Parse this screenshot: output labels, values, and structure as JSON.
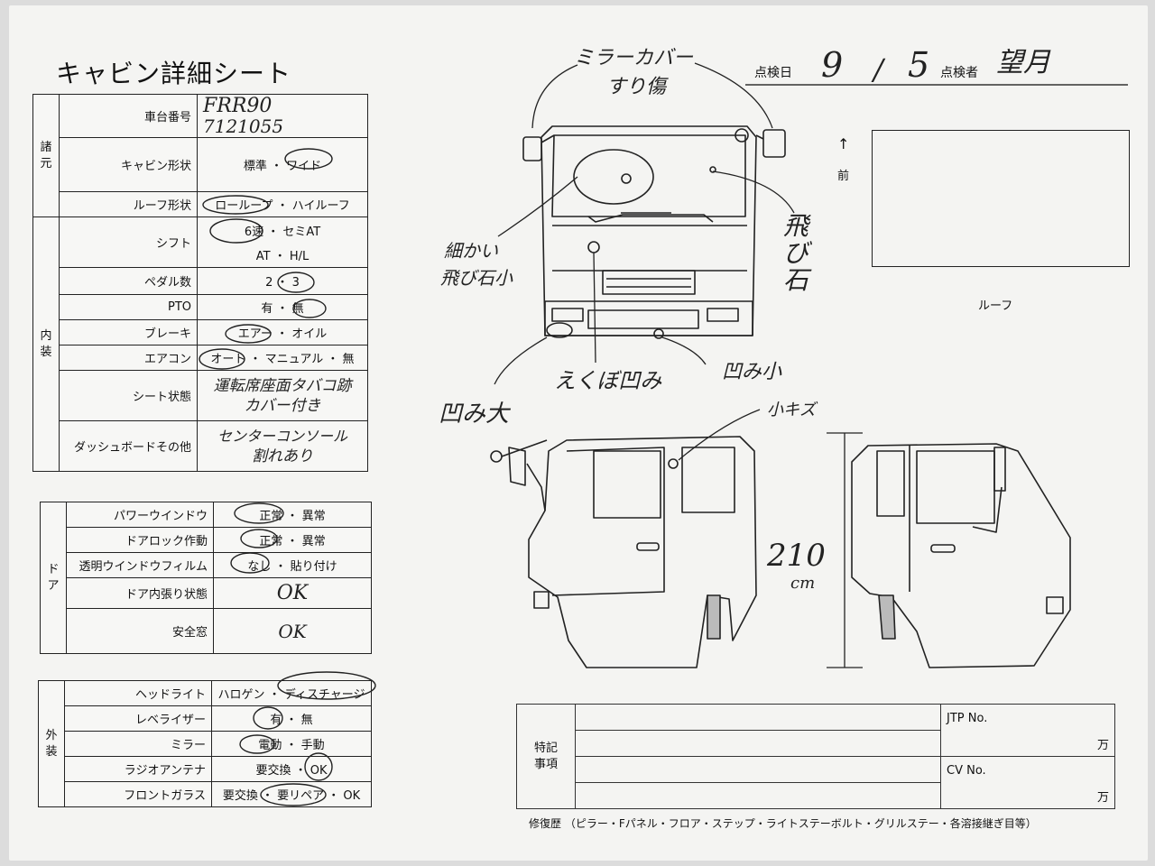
{
  "title": "キャビン詳細シート",
  "header": {
    "date_label": "点検日",
    "date_month": "9",
    "date_sep": "/",
    "date_day": "5",
    "inspector_label": "点検者",
    "inspector_name": "望月"
  },
  "section_spec": {
    "group_label": "諸元",
    "chassis_label": "車台番号",
    "chassis_hw_1": "FRR90",
    "chassis_hw_2": "7121055",
    "cabin_shape_label": "キャビン形状",
    "cabin_shape_opts": "標準 ・ ワイド",
    "roof_shape_label": "ルーフ形状",
    "roof_shape_opts": "ローループ ・ ハイルーフ"
  },
  "section_interior": {
    "group_label": "内装",
    "shift_label": "シフト",
    "shift_opts_1": "6速 ・ セミAT",
    "shift_opts_2": "AT ・ H/L",
    "pedal_label": "ペダル数",
    "pedal_opts": "2 ・ 3",
    "pto_label": "PTO",
    "pto_opts": "有 ・ 無",
    "brake_label": "ブレーキ",
    "brake_opts": "エアー ・ オイル",
    "aircon_label": "エアコン",
    "aircon_opts": "オート ・ マニュアル ・ 無",
    "seat_label": "シート状態",
    "seat_hw_1": "運転席座面タバコ跡",
    "seat_hw_2": "カバー付き",
    "dash_label": "ダッシュボードその他",
    "dash_hw_1": "センターコンソール",
    "dash_hw_2": "割れあり"
  },
  "section_door": {
    "group_label": "ドア",
    "pw_label": "パワーウインドウ",
    "pw_opts": "正常 ・ 異常",
    "lock_label": "ドアロック作動",
    "lock_opts": "正常 ・ 異常",
    "film_label": "透明ウインドウフィルム",
    "film_opts": "なし ・ 貼り付け",
    "trim_label": "ドア内張り状態",
    "trim_hw": "OK",
    "safety_label": "安全窓",
    "safety_hw": "OK"
  },
  "section_exterior": {
    "group_label": "外装",
    "head_label": "ヘッドライト",
    "head_opts": "ハロゲン ・ ディスチャージ",
    "lev_label": "レベライザー",
    "lev_opts": "有 ・ 無",
    "mirror_label": "ミラー",
    "mirror_opts": "電動 ・ 手動",
    "radio_label": "ラジオアンテナ",
    "radio_opts": "要交換 ・ OK",
    "glass_label": "フロントガラス",
    "glass_opts": "要交換 ・ 要リペア ・ OK"
  },
  "diagram": {
    "front_arrow": "↑",
    "front_label": "前",
    "roof_label": "ルーフ",
    "notes": {
      "mirror_cover": "ミラーカバー",
      "mirror_scratch": "すり傷",
      "chip": "飛び石",
      "fine_chips_1": "細かい",
      "fine_chips_2": "飛び石小",
      "dent_small_bumper": "えくぼ凹み",
      "dent_small": "凹み小",
      "dent_large": "凹み大",
      "scratch_small": "小キズ",
      "height": "210",
      "height_unit": "cm"
    }
  },
  "remarks": {
    "label_1": "特記",
    "label_2": "事項",
    "jtp_label": "JTP No.",
    "cv_label": "CV No.",
    "unit_1": "万",
    "unit_2": "万",
    "repair_history": "修復歴 （ピラー・Fパネル・フロア・ステップ・ライトステーボルト・グリルステー・各溶接継ぎ目等）"
  }
}
